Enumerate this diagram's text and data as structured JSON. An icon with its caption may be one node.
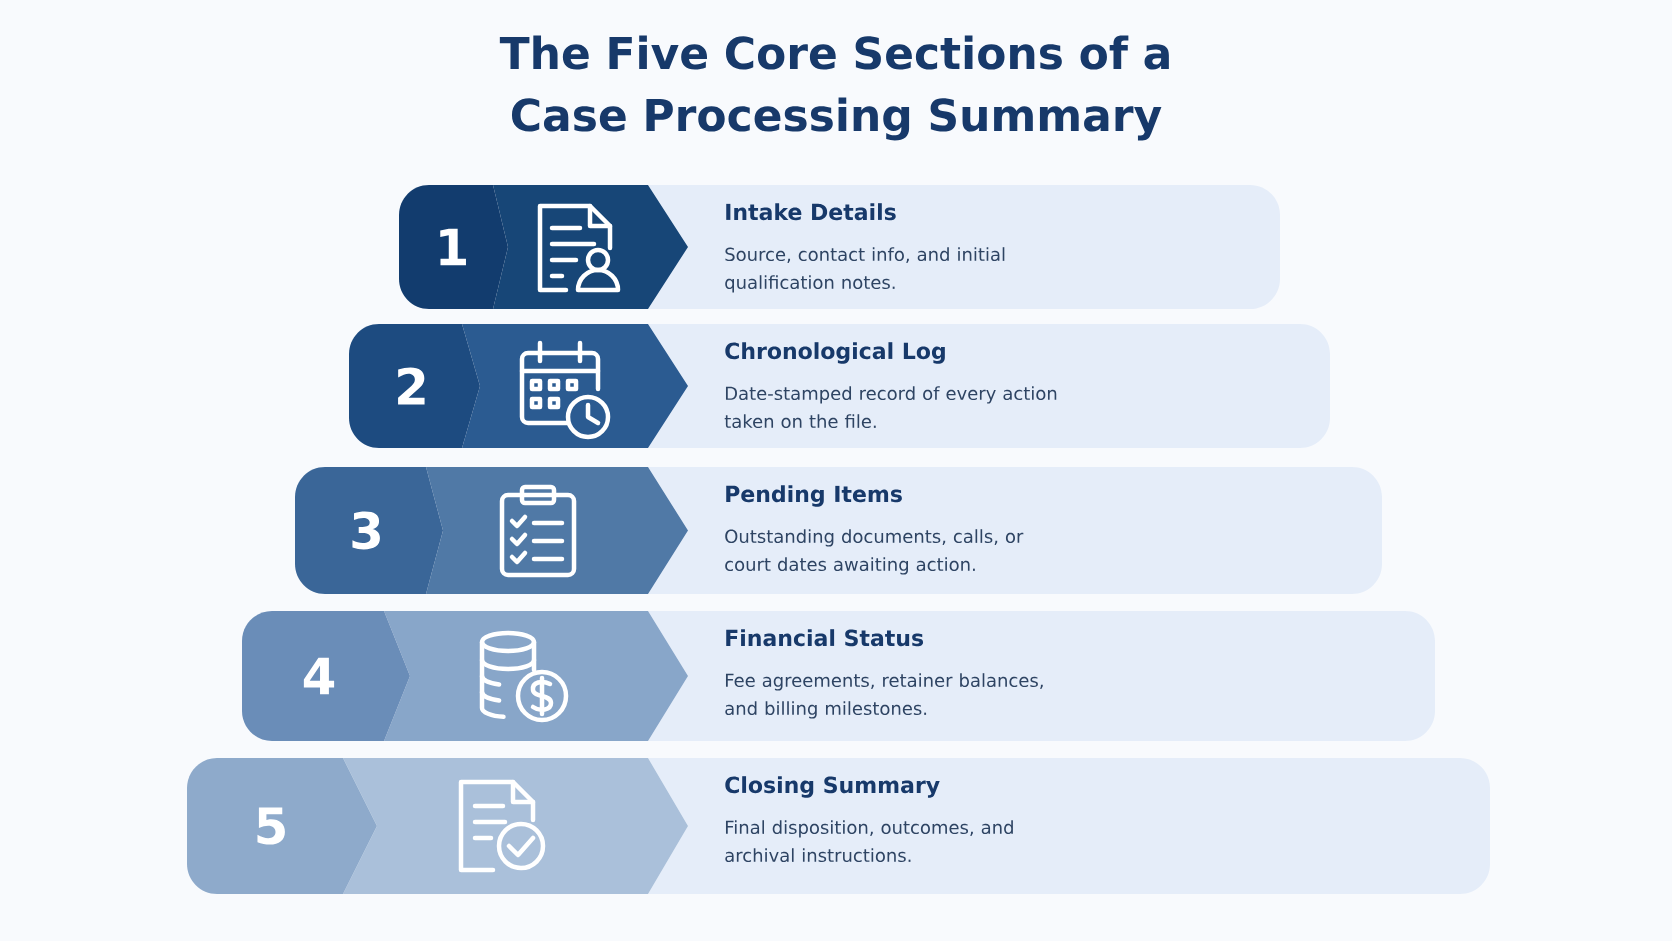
{
  "diagram": {
    "title": "The Five Core Sections of a Case Processing Summary",
    "nodes": [
      {
        "text": [
          "Intake Details",
          "Source, contact info, and initial qualification notes."
        ]
      },
      {
        "text": [
          "1"
        ]
      },
      {
        "text": [
          "Chronological Log",
          "Date-stamped record of every action taken on the file."
        ]
      },
      {
        "text": [
          "2"
        ]
      },
      {
        "text": [
          "Pending Items",
          "Outstanding documents, calls, or court dates awaiting action."
        ]
      },
      {
        "text": [
          "3"
        ]
      },
      {
        "text": [
          "Financial Status",
          "Fee agreements, retainer balances, and billing milestones."
        ]
      },
      {
        "text": [
          "4"
        ]
      },
      {
        "text": [
          "Closing Summary",
          "Final disposition, outcomes, and archival instructions."
        ]
      },
      {
        "text": [
          "5"
        ]
      }
    ]
  }
}
